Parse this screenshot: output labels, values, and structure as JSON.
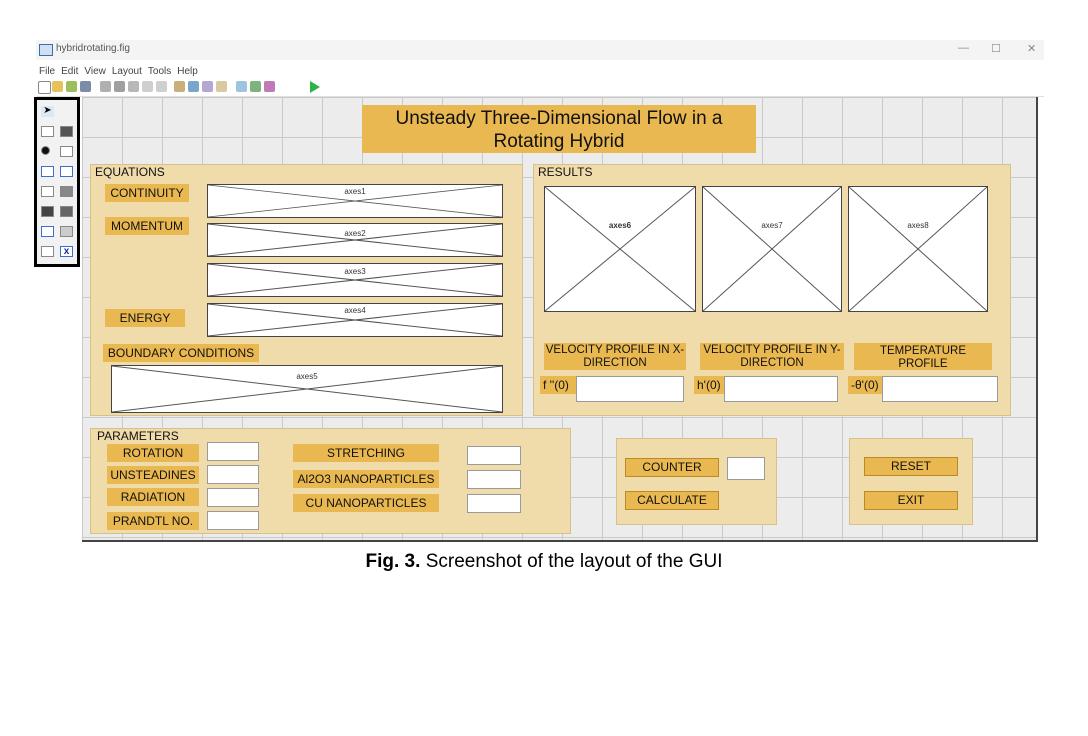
{
  "window": {
    "title": "hybridrotating.fig",
    "controls": [
      "—",
      "☐",
      "✕"
    ]
  },
  "menu": [
    "File",
    "Edit",
    "View",
    "Layout",
    "Tools",
    "Help"
  ],
  "header_title": "Unsteady Three-Dimensional Flow in a Rotating Hybrid",
  "equations": {
    "title": "EQUATIONS",
    "continuity": "CONTINUITY",
    "momentum": "MOMENTUM",
    "energy": "ENERGY",
    "boundary": "BOUNDARY CONDITIONS",
    "axes": [
      "axes1",
      "axes2",
      "axes3",
      "axes4",
      "axes5"
    ]
  },
  "results": {
    "title": "RESULTS",
    "axes": [
      "axes6",
      "axes7",
      "axes8"
    ],
    "labels": [
      "VELOCITY PROFILE IN X-DIRECTION",
      "VELOCITY PROFILE IN Y-DIRECTION",
      "TEMPERATURE PROFILE"
    ],
    "fields": [
      "f ''(0)",
      "h'(0)",
      "-θ'(0)"
    ]
  },
  "parameters": {
    "title": "PARAMETERS",
    "rotation": "ROTATION",
    "unsteadiness": "UNSTEADINES",
    "radiation": "RADIATION",
    "prandtl": "PRANDTL NO.",
    "stretching": "STRETCHING",
    "al2o3": "Al2O3 NANOPARTICLES",
    "cu": "CU NANOPARTICLES"
  },
  "actions": {
    "counter": "COUNTER",
    "calculate": "CALCULATE",
    "reset": "RESET",
    "exit": "EXIT"
  },
  "caption": {
    "prefix": "Fig. 3.",
    "text": "Screenshot of the layout of the GUI"
  },
  "colors": {
    "panel": "#f0dcaa",
    "label": "#e9b850",
    "grid": "#ececec"
  }
}
